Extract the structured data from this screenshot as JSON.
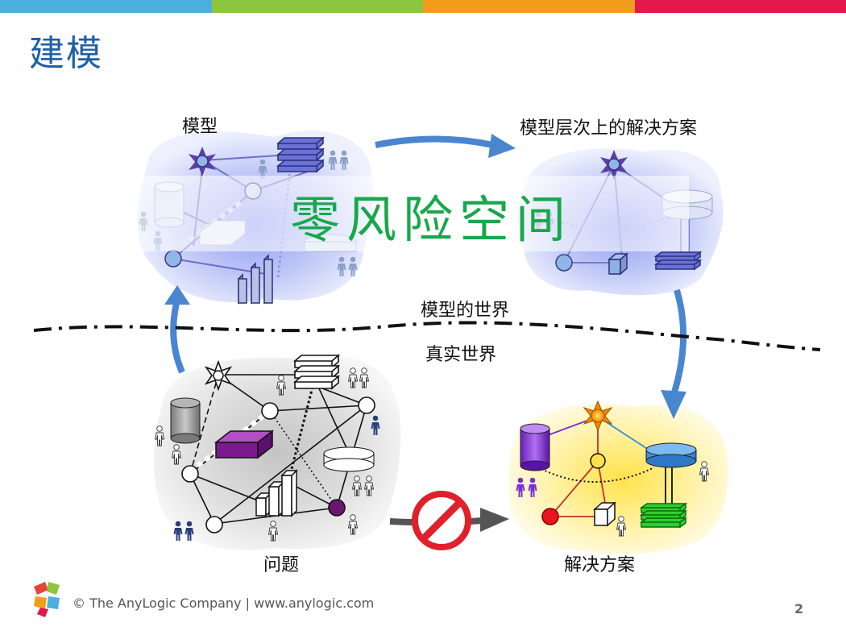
{
  "slide": {
    "title": "建模",
    "page_number": "2",
    "footer": "© The AnyLogic Company | www.anylogic.com"
  },
  "topbar": {
    "colors": [
      "#4bb0dd",
      "#8cc63f",
      "#f39c1c",
      "#e2174b"
    ]
  },
  "labels": {
    "model": "模型",
    "model_solution": "模型层次上的解决方案",
    "world_of_models": "模型的世界",
    "real_world": "真实世界",
    "problem": "问题",
    "solution": "解决方案"
  },
  "overlay_text": "零风险空间",
  "colors": {
    "title": "#1f5fa8",
    "overlay": "#17a84b",
    "arrow_blue": "#4a86cf",
    "arrow_gray": "#555555",
    "no_sign": "#e0202a"
  },
  "icons": [
    "star-node",
    "stack-node",
    "people-icon",
    "cylinder-node",
    "box-node",
    "bar-chart-node",
    "no-entry-icon",
    "anylogic-logo"
  ]
}
